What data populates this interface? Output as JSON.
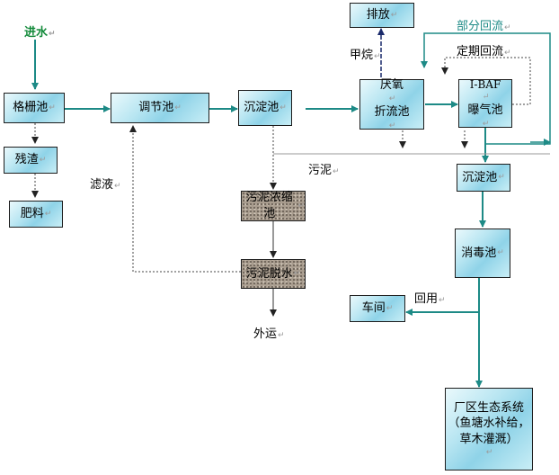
{
  "labels": {
    "inlet": "进水",
    "filtrate": "滤液",
    "methane": "甲烷",
    "partial_reflux": "部分回流",
    "periodic_reflux": "定期回流",
    "sludge": "污泥",
    "transport_out": "外运",
    "reuse": "回用"
  },
  "boxes": {
    "screen_tank": "格栅池",
    "residue": "残渣",
    "fertilizer": "肥料",
    "equalization_tank": "调节池",
    "sedimentation_tank_1": "沉淀池",
    "anaerobic_line1": "厌氧",
    "anaerobic_line2": "折流池",
    "discharge": "排放",
    "ibaf_line1": "I-BAF",
    "ibaf_line2": "曝气池",
    "sedimentation_tank_2": "沉淀池",
    "disinfection_tank": "消毒池",
    "workshop": "车间",
    "thickener": "污泥浓缩池",
    "dewatering": "污泥脱水",
    "eco_line1": "厂区生态系统",
    "eco_line2": "（鱼塘水补给，",
    "eco_line3": "草木灌溉）"
  },
  "colors": {
    "flow_line": "#1d8a86",
    "inlet_text": "#138a3a",
    "reflux_text": "#1d8a86",
    "sludge_box": "#a89c8e"
  }
}
